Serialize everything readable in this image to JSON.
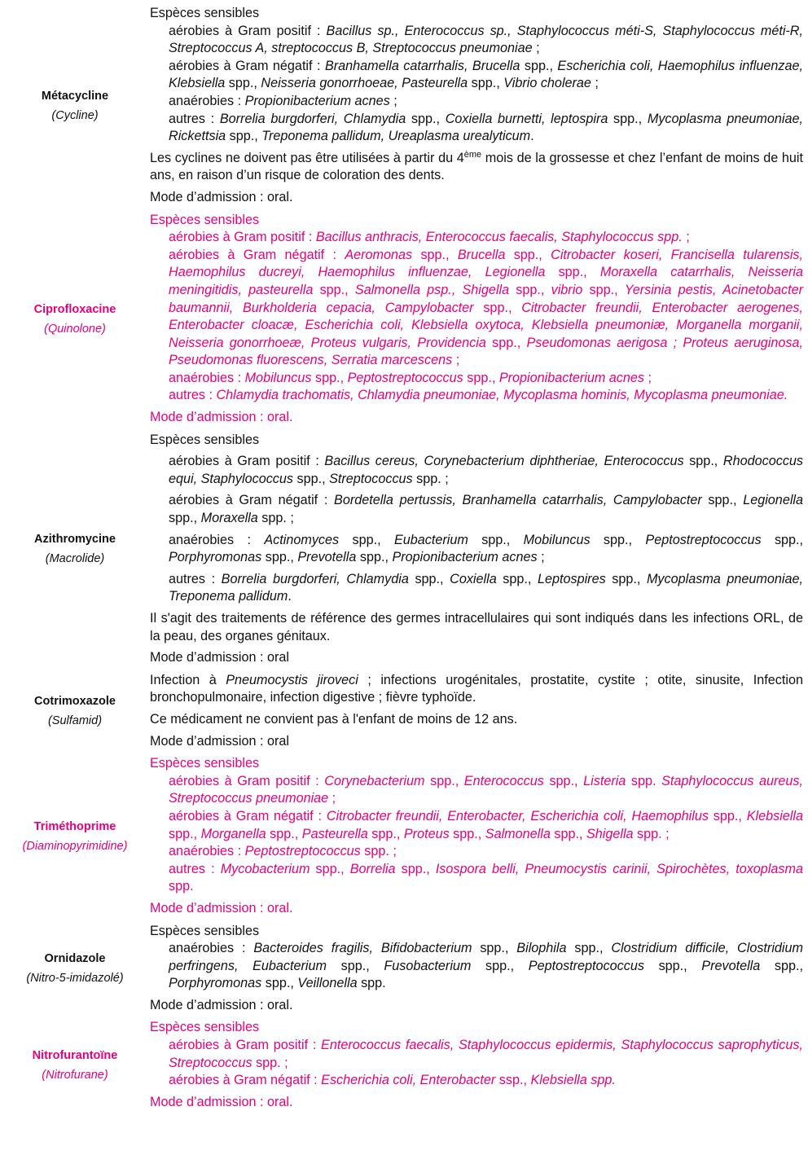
{
  "colors": {
    "text": "#111111",
    "accent": "#E5007D"
  },
  "entries": [
    {
      "name": "Métacycline",
      "class": "(Cycline)",
      "accent": false,
      "name_offset": 0,
      "paragraphs": [
        {
          "style": "head",
          "segments": [
            [
              "Espèces sensibles",
              false
            ]
          ]
        },
        {
          "style": "indent",
          "segments": [
            [
              "aérobies à Gram positif : ",
              false
            ],
            [
              "Bacillus sp., Enterococcus sp., Staphylococcus méti-S, Staphylococcus méti-R, Streptococcus A, streptococcus B, Streptococcus pneumoniae",
              true
            ],
            [
              " ;",
              false
            ]
          ]
        },
        {
          "style": "indent",
          "segments": [
            [
              "aérobies à Gram  négatif : ",
              false
            ],
            [
              "Branhamella catarrhalis, Brucella",
              true
            ],
            [
              " spp., ",
              false
            ],
            [
              "Escherichia coli, Haemophilus influenzae, Klebsiella",
              true
            ],
            [
              " spp., ",
              false
            ],
            [
              "Neisseria gonorrhoeae, Pasteurella",
              true
            ],
            [
              " spp.,  ",
              false
            ],
            [
              "Vibrio cholerae",
              true
            ],
            [
              " ;",
              false
            ]
          ]
        },
        {
          "style": "indent",
          "segments": [
            [
              "anaérobies : ",
              false
            ],
            [
              "Propionibacterium acnes",
              true
            ],
            [
              " ;",
              false
            ]
          ]
        },
        {
          "style": "indent",
          "segments": [
            [
              "autres : ",
              false
            ],
            [
              "Borrelia burgdorferi, Chlamydia",
              true
            ],
            [
              " spp., ",
              false
            ],
            [
              "Coxiella burnetti, leptospira",
              true
            ],
            [
              " spp., ",
              false
            ],
            [
              "Mycoplasma pneumoniae, Rickettsia",
              true
            ],
            [
              " spp., ",
              false
            ],
            [
              "Treponema pallidum, Ureaplasma urealyticum",
              true
            ],
            [
              ".",
              false
            ]
          ]
        },
        {
          "style": "gap",
          "segments": [
            [
              "Les cyclines ne doivent pas être utilisées à partir du 4",
              false
            ],
            [
              "ème",
              "sup"
            ],
            [
              " mois de la grossesse et chez l’enfant de moins de huit ans, en raison d’un risque de coloration des dents.",
              false
            ]
          ]
        },
        {
          "style": "mode",
          "segments": [
            [
              "Mode d’admission : oral.",
              false
            ]
          ]
        }
      ]
    },
    {
      "name": "Ciprofloxacine",
      "class": "(Quinolone)",
      "accent": true,
      "paragraphs": [
        {
          "style": "head",
          "segments": [
            [
              "Espèces sensibles",
              false
            ]
          ]
        },
        {
          "style": "indent",
          "segments": [
            [
              "aérobies à Gram positif : ",
              false
            ],
            [
              "Bacillus anthracis, Enterococcus faecalis, Staphylococcus spp.",
              true
            ],
            [
              " ;",
              false
            ]
          ]
        },
        {
          "style": "indent",
          "segments": [
            [
              "aérobies à Gram négatif : ",
              false
            ],
            [
              "Aeromonas",
              true
            ],
            [
              " spp., ",
              false
            ],
            [
              "Brucella",
              true
            ],
            [
              " spp., ",
              false
            ],
            [
              "Citrobacter koseri,  Francisella tularensis, Haemophilus ducreyi, Haemophilus influenzae, Legionella",
              true
            ],
            [
              " spp.,  ",
              false
            ],
            [
              "Moraxella catarrhalis, Neisseria meningitidis, pasteurella",
              true
            ],
            [
              " spp., ",
              false
            ],
            [
              "Salmonella psp., Shigella",
              true
            ],
            [
              " spp., ",
              false
            ],
            [
              "vibrio",
              true
            ],
            [
              " spp., ",
              false
            ],
            [
              "Yersinia pestis, Acinetobacter baumannii, Burkholderia cepacia, Campylobacter",
              true
            ],
            [
              " spp., ",
              false
            ],
            [
              "Citrobacter freundii, Enterobacter aerogenes, Enterobacter cloacæ, Escherichia coli, Klebsiella oxytoca, Klebsiella pneumoniæ, Morganella morganii, Neisseria gonorrhoeæ, Proteus vulgaris, Providencia",
              true
            ],
            [
              " spp., ",
              false
            ],
            [
              "Pseudomonas aerigosa ; Proteus  aeruginosa, Pseudomonas fluorescens, Serratia marcescens",
              true
            ],
            [
              " ;",
              false
            ]
          ]
        },
        {
          "style": "indent",
          "segments": [
            [
              "anaérobies : ",
              false
            ],
            [
              "Mobiluncus",
              true
            ],
            [
              " spp., ",
              false
            ],
            [
              "Peptostreptococcus",
              true
            ],
            [
              " spp., ",
              false
            ],
            [
              "Propionibacterium acnes",
              true
            ],
            [
              " ;",
              false
            ]
          ]
        },
        {
          "style": "indent",
          "segments": [
            [
              "autres : ",
              false
            ],
            [
              "Chlamydia trachomatis, Chlamydia pneumoniae, Mycoplasma hominis, Mycoplasma pneumoniae.",
              true
            ]
          ]
        },
        {
          "style": "mode",
          "segments": [
            [
              "Mode d’admission : oral.",
              false
            ]
          ]
        }
      ]
    },
    {
      "name": "Azithromycine",
      "class": "(Macrolide)",
      "accent": false,
      "paragraphs": [
        {
          "style": "head",
          "segments": [
            [
              "Espèces sensibles",
              false
            ]
          ]
        },
        {
          "style": "indent gap",
          "segments": [
            [
              "aérobies à Gram positif : ",
              false
            ],
            [
              "Bacillus cereus, Corynebacterium diphtheriae, Enterococcus",
              true
            ],
            [
              " spp., ",
              false
            ],
            [
              "Rhodococcus equi, Staphylococcus",
              true
            ],
            [
              " spp., ",
              false
            ],
            [
              "Streptococcus",
              true
            ],
            [
              " spp. ;",
              false
            ]
          ]
        },
        {
          "style": "indent gap",
          "segments": [
            [
              "aérobies à Gram négatif : ",
              false
            ],
            [
              "Bordetella pertussis, Branhamella catarrhalis, Campylobacter",
              true
            ],
            [
              " spp., ",
              false
            ],
            [
              "Legionella",
              true
            ],
            [
              " spp., ",
              false
            ],
            [
              "Moraxella",
              true
            ],
            [
              " spp. ;",
              false
            ]
          ]
        },
        {
          "style": "indent gap",
          "segments": [
            [
              "anaérobies : ",
              false
            ],
            [
              "Actinomyces",
              true
            ],
            [
              " spp., ",
              false
            ],
            [
              "Eubacterium",
              true
            ],
            [
              " spp., ",
              false
            ],
            [
              "Mobiluncus",
              true
            ],
            [
              " spp.,  ",
              false
            ],
            [
              "Peptostreptococcus",
              true
            ],
            [
              " spp., ",
              false
            ],
            [
              "Porphyromonas",
              true
            ],
            [
              " spp., ",
              false
            ],
            [
              "Prevotella",
              true
            ],
            [
              " spp., ",
              false
            ],
            [
              "Propionibacterium acnes",
              true
            ],
            [
              " ;",
              false
            ]
          ]
        },
        {
          "style": "indent gap",
          "segments": [
            [
              "autres : ",
              false
            ],
            [
              "Borrelia burgdorferi, Chlamydia",
              true
            ],
            [
              " spp., ",
              false
            ],
            [
              "Coxiella",
              true
            ],
            [
              " spp., ",
              false
            ],
            [
              "Leptospires",
              true
            ],
            [
              " spp., ",
              false
            ],
            [
              "Mycoplasma pneumoniae, Treponema pallidum",
              true
            ],
            [
              ".",
              false
            ]
          ]
        },
        {
          "style": "gap",
          "segments": [
            [
              "Il s'agit des traitements de référence des germes intracellulaires qui sont indiqués dans les infections ORL, de la peau, des organes génitaux.",
              false
            ]
          ]
        },
        {
          "style": "mode",
          "segments": [
            [
              "Mode d’admission : oral",
              false
            ]
          ]
        }
      ]
    },
    {
      "name": "Cotrimoxazole",
      "class": "(Sulfamid)",
      "accent": false,
      "paragraphs": [
        {
          "style": "head",
          "segments": [
            [
              "Infection à ",
              false
            ],
            [
              "Pneumocystis jiroveci",
              true
            ],
            [
              " ; infections urogénitales, prostatite, cystite ; otite, sinusite, Infection bronchopulmonaire, infection digestive ; fièvre typhoïde.",
              false
            ]
          ]
        },
        {
          "style": "gap",
          "segments": [
            [
              "Ce médicament ne convient pas à l'enfant de moins de 12 ans.",
              false
            ]
          ]
        },
        {
          "style": "mode",
          "segments": [
            [
              "Mode d’admission : oral",
              false
            ]
          ]
        }
      ]
    },
    {
      "name": "Triméthoprime",
      "class": "(Diaminopyrimidine)",
      "accent": true,
      "paragraphs": [
        {
          "style": "head",
          "segments": [
            [
              "Espèces sensibles",
              false
            ]
          ]
        },
        {
          "style": "indent",
          "segments": [
            [
              "aérobies à Gram positif : ",
              false
            ],
            [
              "Corynebacterium",
              true
            ],
            [
              " spp., ",
              false
            ],
            [
              "Enterococcus",
              true
            ],
            [
              " spp., ",
              false
            ],
            [
              "Listeria",
              true
            ],
            [
              " spp. ",
              false
            ],
            [
              "Staphylococcus aureus, Streptococcus pneumoniae",
              true
            ],
            [
              " ;",
              false
            ]
          ]
        },
        {
          "style": "indent",
          "segments": [
            [
              "aérobies à Gram négatif : ",
              false
            ],
            [
              "Citrobacter freundii, Enterobacter, Escherichia coli, Haemophilus",
              true
            ],
            [
              " spp., ",
              false
            ],
            [
              "Klebsiella",
              true
            ],
            [
              " spp., ",
              false
            ],
            [
              "Morganella",
              true
            ],
            [
              " spp., ",
              false
            ],
            [
              "Pasteurella",
              true
            ],
            [
              " spp., ",
              false
            ],
            [
              "Proteus",
              true
            ],
            [
              " spp., ",
              false
            ],
            [
              "Salmonella",
              true
            ],
            [
              " spp., ",
              false
            ],
            [
              "Shigella",
              true
            ],
            [
              " spp. ;",
              false
            ]
          ]
        },
        {
          "style": "indent",
          "segments": [
            [
              "anaérobies : ",
              false
            ],
            [
              "Peptostreptococcus",
              true
            ],
            [
              " spp. ;",
              false
            ]
          ]
        },
        {
          "style": "indent",
          "segments": [
            [
              "autres : ",
              false
            ],
            [
              "Mycobacterium",
              true
            ],
            [
              " spp., ",
              false
            ],
            [
              "Borrelia",
              true
            ],
            [
              " spp., ",
              false
            ],
            [
              "Isospora belli, Pneumocystis carinii, Spirochètes, toxoplasma",
              true
            ],
            [
              " spp.",
              false
            ]
          ]
        },
        {
          "style": "mode",
          "segments": [
            [
              "Mode d’admission : oral.",
              false
            ]
          ]
        }
      ]
    },
    {
      "name": "Ornidazole",
      "class": "(Nitro-5-imidazolé)",
      "accent": false,
      "paragraphs": [
        {
          "style": "head",
          "segments": [
            [
              "Espèces sensibles",
              false
            ]
          ]
        },
        {
          "style": "indent",
          "segments": [
            [
              "anaérobies : ",
              false
            ],
            [
              "Bacteroides fragilis, Bifidobacterium",
              true
            ],
            [
              " spp., ",
              false
            ],
            [
              "Bilophila",
              true
            ],
            [
              " spp., ",
              false
            ],
            [
              "Clostridium difficile, Clostridium perfringens, Eubacterium",
              true
            ],
            [
              " spp., ",
              false
            ],
            [
              "Fusobacterium",
              true
            ],
            [
              " spp., ",
              false
            ],
            [
              "Peptostreptococcus",
              true
            ],
            [
              " spp., ",
              false
            ],
            [
              "Prevotella",
              true
            ],
            [
              " spp.,  ",
              false
            ],
            [
              "Porphyromonas",
              true
            ],
            [
              " spp., ",
              false
            ],
            [
              "Veillonella",
              true
            ],
            [
              " spp.",
              false
            ]
          ]
        },
        {
          "style": "mode",
          "segments": [
            [
              "Mode d’admission : oral.",
              false
            ]
          ]
        }
      ]
    },
    {
      "name": "Nitrofurantoïne",
      "class": "(Nitrofurane)",
      "accent": true,
      "paragraphs": [
        {
          "style": "head",
          "segments": [
            [
              "Espèces sensibles",
              false
            ]
          ]
        },
        {
          "style": "indent",
          "segments": [
            [
              "aérobies à Gram positif : ",
              false
            ],
            [
              "Enterococcus faecalis, Staphylococcus epidermis,  Staphylococcus saprophyticus, Streptococcus",
              true
            ],
            [
              " spp. ;",
              false
            ]
          ]
        },
        {
          "style": "indent",
          "segments": [
            [
              "aérobies à Gram négatif : ",
              false
            ],
            [
              "Escherichia coli, Enterobacter",
              true
            ],
            [
              " ssp., ",
              false
            ],
            [
              "Klebsiella spp.",
              true
            ]
          ]
        },
        {
          "style": "mode",
          "segments": [
            [
              "Mode d’admission : oral.",
              false
            ]
          ]
        }
      ]
    }
  ]
}
